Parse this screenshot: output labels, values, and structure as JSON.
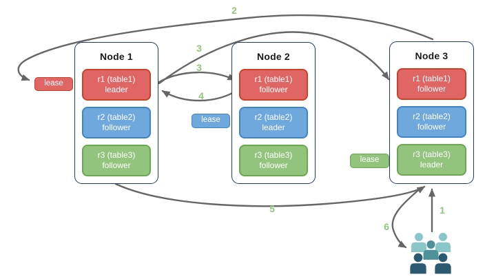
{
  "nodes": [
    {
      "title": "Node 1",
      "replicas": [
        {
          "name": "r1 (table1)",
          "role": "leader",
          "color": "#E06666"
        },
        {
          "name": "r2 (table2)",
          "role": "follower",
          "color": "#6FA8DC"
        },
        {
          "name": "r3 (table3)",
          "role": "follower",
          "color": "#93C47D"
        }
      ]
    },
    {
      "title": "Node 2",
      "replicas": [
        {
          "name": "r1 (table1)",
          "role": "follower",
          "color": "#E06666"
        },
        {
          "name": "r2 (table2)",
          "role": "leader",
          "color": "#6FA8DC"
        },
        {
          "name": "r3 (table3)",
          "role": "follower",
          "color": "#93C47D"
        }
      ]
    },
    {
      "title": "Node 3",
      "replicas": [
        {
          "name": "r1 (table1)",
          "role": "follower",
          "color": "#E06666"
        },
        {
          "name": "r2 (table2)",
          "role": "follower",
          "color": "#6FA8DC"
        },
        {
          "name": "r3 (table3)",
          "role": "leader",
          "color": "#93C47D"
        }
      ]
    }
  ],
  "leases": [
    {
      "label": "lease",
      "color": "#E06666",
      "near": "Node 1 r1 leader"
    },
    {
      "label": "lease",
      "color": "#6FA8DC",
      "near": "Node 2 r2 leader"
    },
    {
      "label": "lease",
      "color": "#93C47D",
      "near": "Node 3 r3 leader"
    }
  ],
  "steps": {
    "s1": "1",
    "s2": "2",
    "s3a": "3",
    "s3b": "3",
    "s4": "4",
    "s5": "5",
    "s6": "6"
  },
  "arrows": [
    {
      "step": "1",
      "from": "clients",
      "to": "Node 3 bottom"
    },
    {
      "step": "2",
      "from": "Node 3 top",
      "to": "red lease at Node 1"
    },
    {
      "step": "3",
      "from": "Node 1 r1 leader",
      "to": "Node 3 r1 follower"
    },
    {
      "step": "3",
      "from": "Node 1 r1 leader",
      "to": "Node 2 r1 follower"
    },
    {
      "step": "4",
      "from": "Node 2 r1 follower",
      "to": "Node 1 r1 leader"
    },
    {
      "step": "5",
      "from": "Node 1 bottom",
      "to": "Node 3 bottom"
    },
    {
      "step": "6",
      "from": "Node 3 bottom",
      "to": "clients"
    }
  ],
  "icons": {
    "users_group": "users-group-icon"
  },
  "colors": {
    "red_fill": "#E06666",
    "red_border": "#CC4125",
    "blue_fill": "#6FA8DC",
    "blue_border": "#3D85C6",
    "green_fill": "#93C47D",
    "green_border": "#6AA84F",
    "node_border": "#1F3864",
    "arrow": "#666666",
    "step_label": "#93C47D",
    "users_light": "#8AC6C8",
    "users_medium": "#4D929B",
    "users_dark": "#2B5A70"
  }
}
